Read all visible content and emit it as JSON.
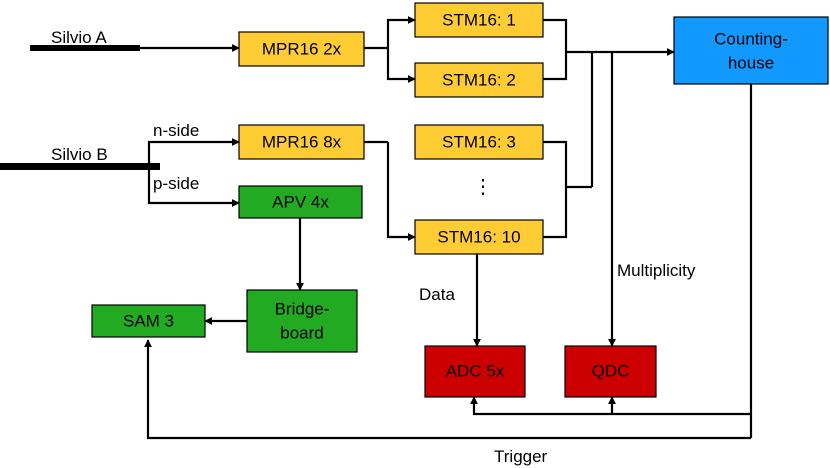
{
  "colors": {
    "yellow": "#ffcc33",
    "green": "#22aa22",
    "red": "#cc0000",
    "blue": "#1199ff",
    "line": "#000000"
  },
  "labels": {
    "silvio_a": "Silvio A",
    "silvio_b": "Silvio B",
    "n_side": "n-side",
    "p_side": "p-side",
    "data": "Data",
    "multiplicity": "Multiplicity",
    "trigger": "Trigger",
    "dots": "⋮"
  },
  "boxes": {
    "mpr16_2x": "MPR16 2x",
    "mpr16_8x": "MPR16 8x",
    "apv_4x": "APV 4x",
    "stm16_1": "STM16: 1",
    "stm16_2": "STM16: 2",
    "stm16_3": "STM16: 3",
    "stm16_10": "STM16: 10",
    "bridge_line1": "Bridge-",
    "bridge_line2": "board",
    "sam3": "SAM 3",
    "adc_5x": "ADC 5x",
    "qdc": "QDC",
    "counting_line1": "Counting-",
    "counting_line2": "house"
  }
}
